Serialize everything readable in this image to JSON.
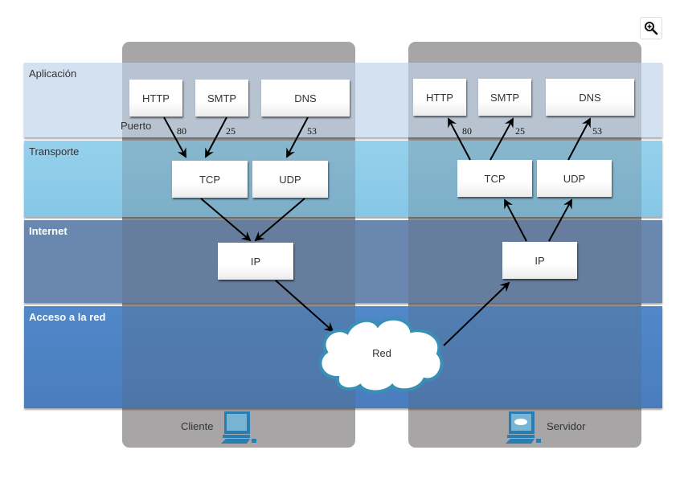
{
  "toolbar": {
    "zoom_icon": "zoom-in-icon"
  },
  "layers": [
    {
      "name": "Aplicación",
      "color": "#d3e1f1",
      "text_color": "#333333"
    },
    {
      "name": "Transporte",
      "color": "#92cfeb",
      "text_color": "#333333"
    },
    {
      "name": "Internet",
      "color": "#6a87b0",
      "text_color": "#ffffff"
    },
    {
      "name": "Acceso a la red",
      "color": "#4f82c6",
      "text_color": "#ffffff"
    }
  ],
  "client": {
    "label": "Cliente",
    "port_label": "Puerto",
    "application": [
      "HTTP",
      "SMTP",
      "DNS"
    ],
    "ports": [
      "80",
      "25",
      "53"
    ],
    "transport": [
      "TCP",
      "UDP"
    ],
    "internet": "IP",
    "icon": "computer-icon"
  },
  "server": {
    "label": "Servidor",
    "application": [
      "HTTP",
      "SMTP",
      "DNS"
    ],
    "ports": [
      "80",
      "25",
      "53"
    ],
    "transport": [
      "TCP",
      "UDP"
    ],
    "internet": "IP",
    "icon": "server-computer-icon"
  },
  "network": {
    "label": "Red",
    "icon": "cloud-icon"
  },
  "colors": {
    "host_column": "#a7a5a6",
    "arrow": "#000000",
    "cloud_border": "#3a8fb7"
  }
}
